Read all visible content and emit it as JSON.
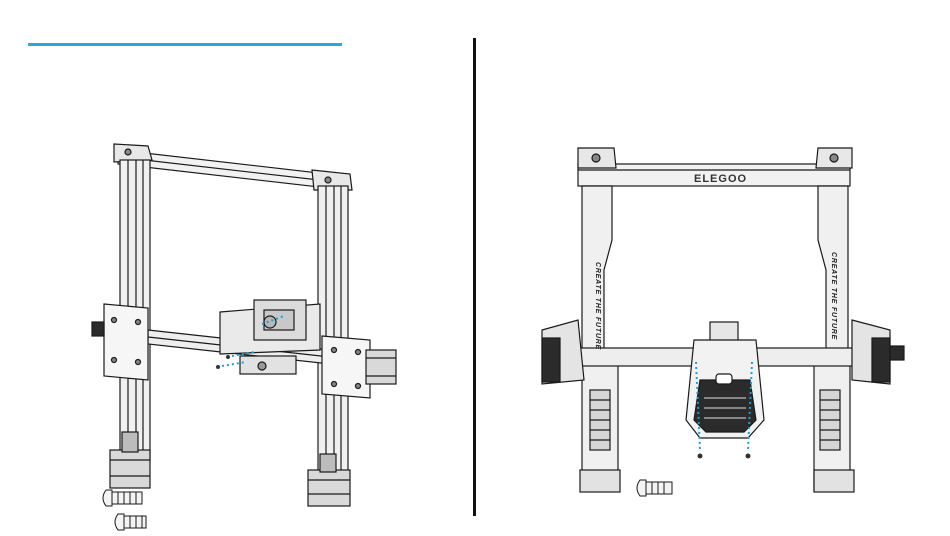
{
  "colors": {
    "accent": "#29a8e0",
    "line": "#1a1a1a",
    "dotted": "#1e9fd8",
    "fill_light": "#f4f4f4",
    "fill_mid": "#d9d9d9",
    "fill_dark": "#2b2b2b"
  },
  "right_panel": {
    "brand": "ELEGOO",
    "slogan_left": "CREATE THE FUTURE",
    "slogan_right": "CREATE THE FUTURE"
  },
  "icons": [
    "printer-frame-rear-illustration",
    "printer-frame-front-illustration",
    "screw-icon",
    "dotted-guide-line"
  ]
}
